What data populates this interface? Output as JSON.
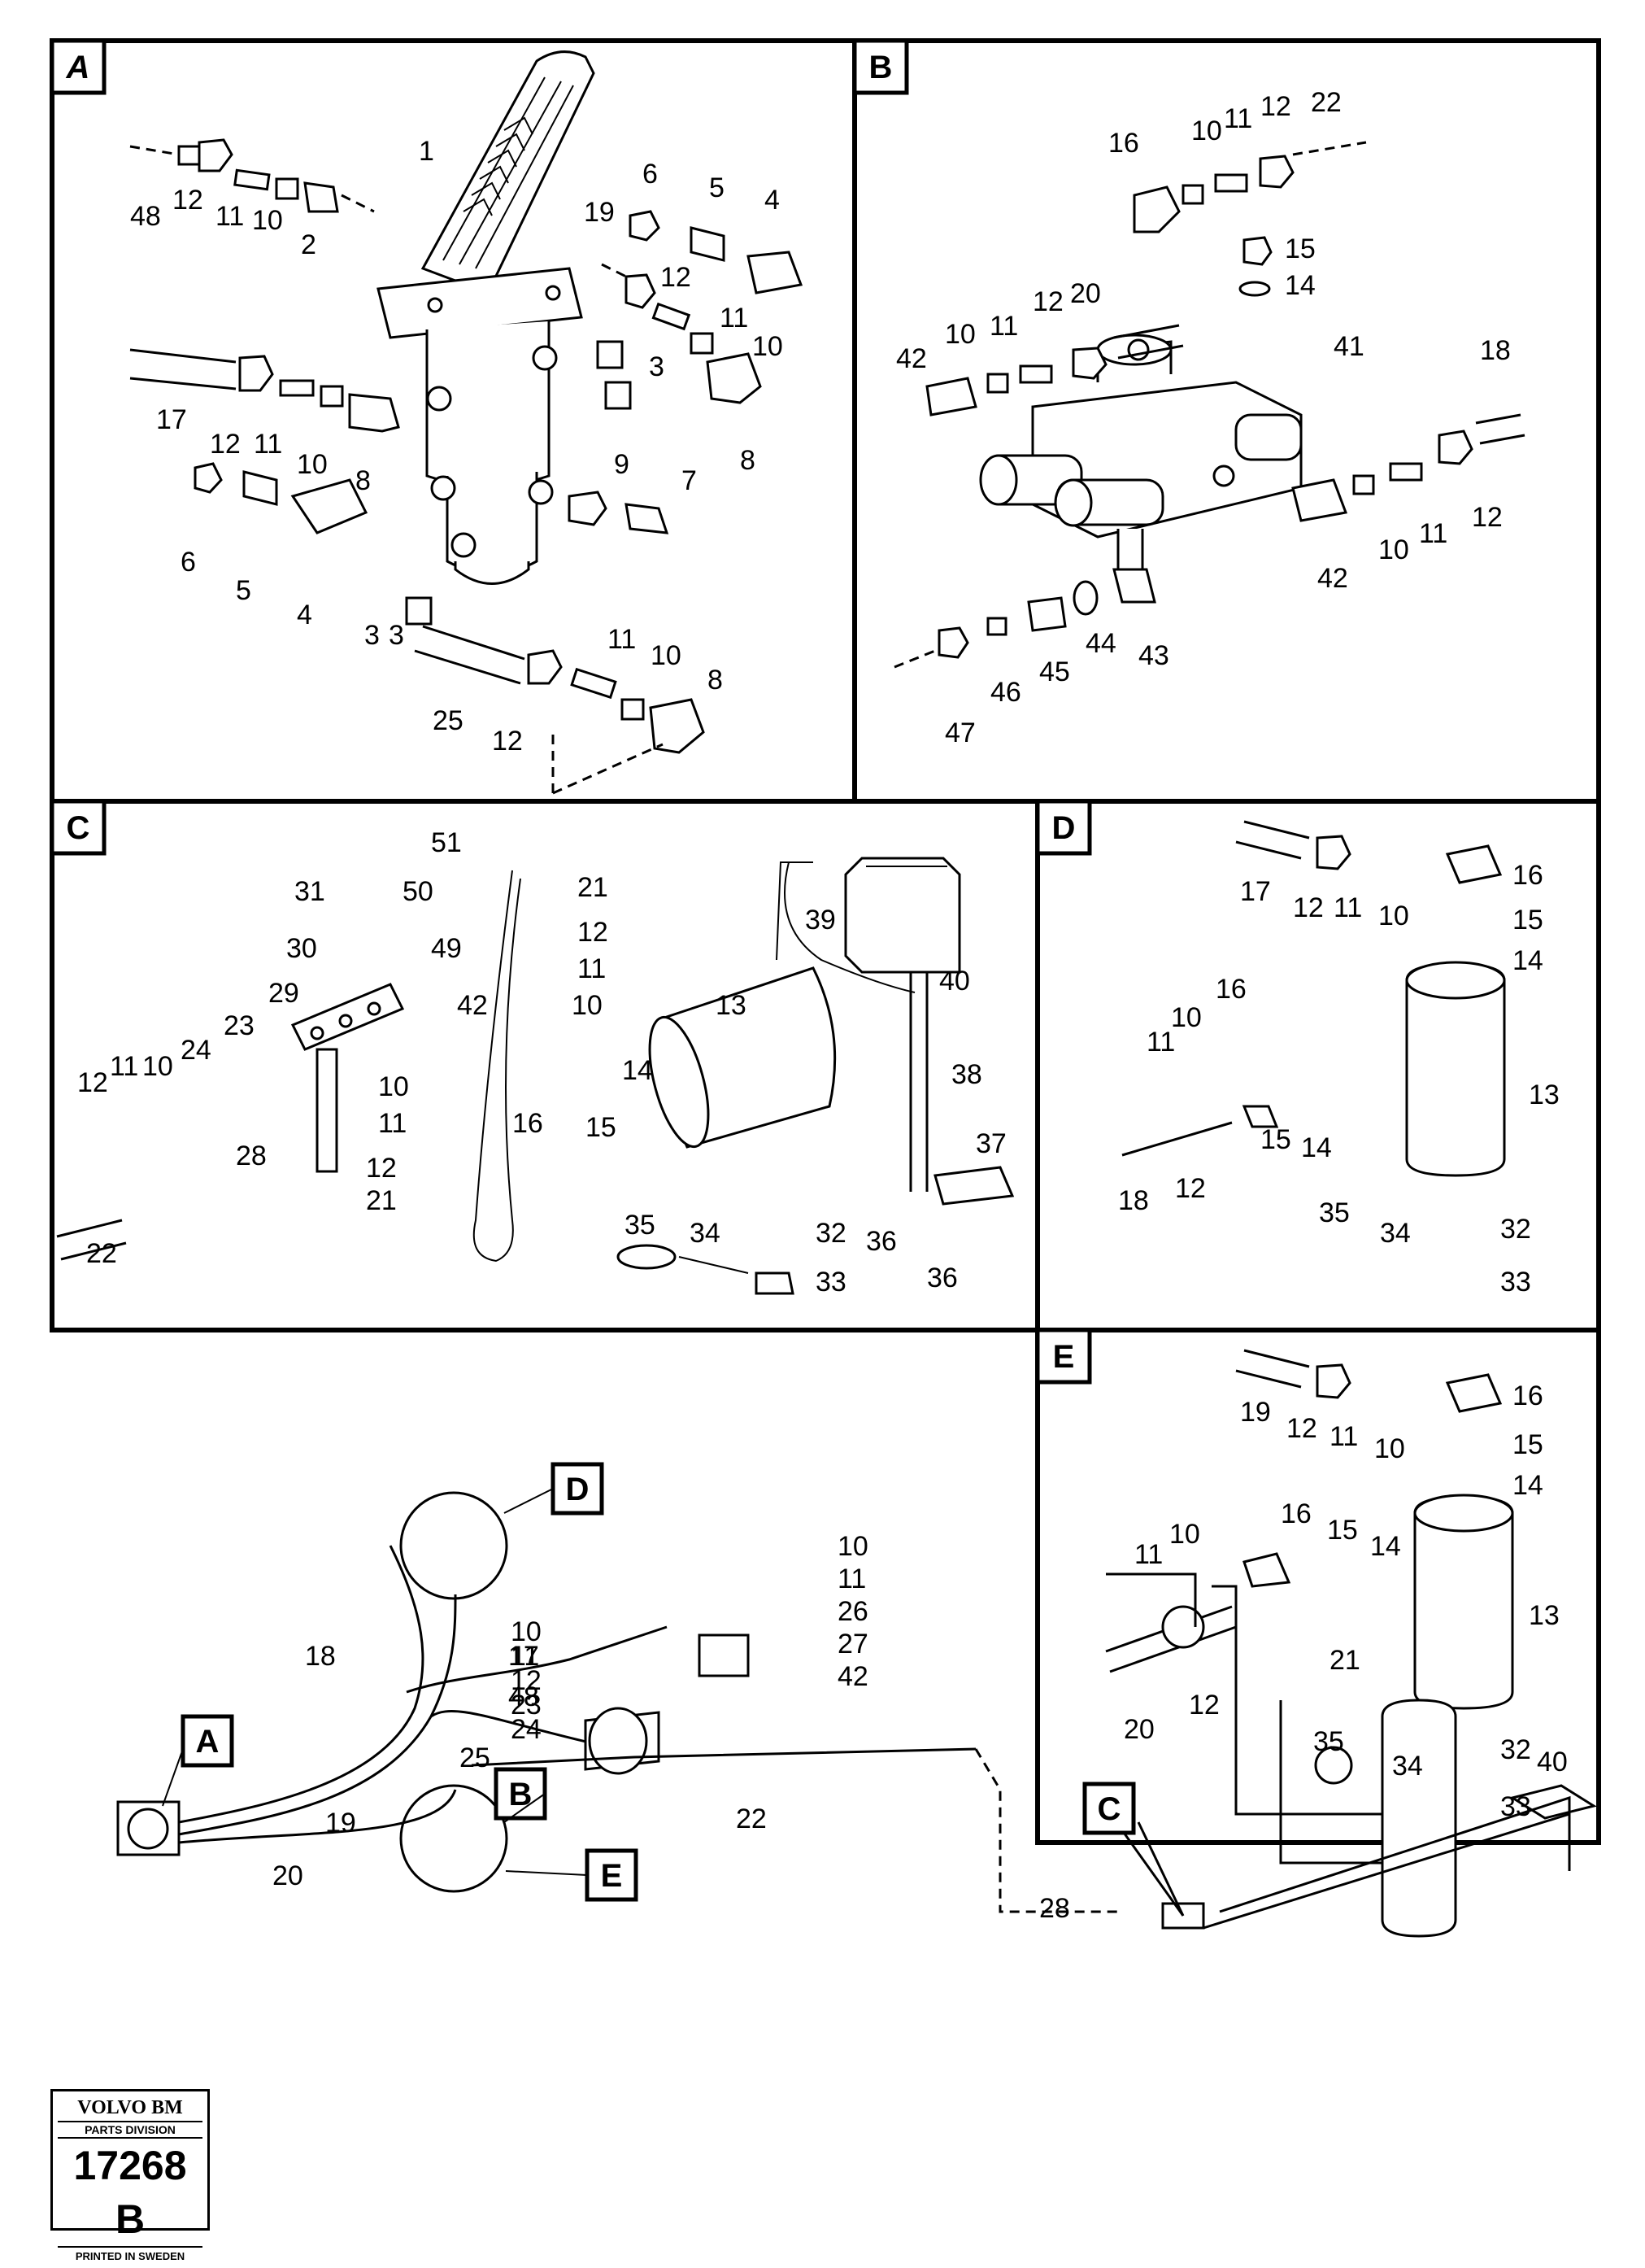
{
  "panels": [
    {
      "id": "A",
      "label": "A"
    },
    {
      "id": "B",
      "label": "B"
    },
    {
      "id": "C",
      "label": "C"
    },
    {
      "id": "D",
      "label": "D"
    },
    {
      "id": "E",
      "label": "E"
    }
  ],
  "callouts": {
    "A": [
      "48",
      "12",
      "11",
      "10",
      "2",
      "1",
      "19",
      "6",
      "5",
      "4",
      "12",
      "11",
      "10",
      "3",
      "3",
      "17",
      "12",
      "11",
      "10",
      "8",
      "8",
      "6",
      "5",
      "4",
      "9",
      "7",
      "3",
      "25",
      "12",
      "11",
      "10",
      "8"
    ],
    "B": [
      "16",
      "10",
      "11",
      "12",
      "22",
      "15",
      "14",
      "42",
      "10",
      "11",
      "12",
      "20",
      "41",
      "18",
      "42",
      "10",
      "11",
      "12",
      "43",
      "44",
      "45",
      "46",
      "47"
    ],
    "C": [
      "51",
      "50",
      "31",
      "30",
      "49",
      "29",
      "42",
      "21",
      "12",
      "11",
      "10",
      "23",
      "24",
      "11",
      "10",
      "12",
      "10",
      "11",
      "12",
      "21",
      "28",
      "22",
      "16",
      "15",
      "14",
      "13",
      "39",
      "40",
      "38",
      "37",
      "36",
      "36",
      "35",
      "34",
      "32",
      "33"
    ],
    "D": [
      "17",
      "12",
      "11",
      "10",
      "16",
      "15",
      "14",
      "11",
      "10",
      "16",
      "13",
      "15",
      "14",
      "18",
      "12",
      "35",
      "34",
      "32",
      "33"
    ],
    "E": [
      "19",
      "12",
      "11",
      "10",
      "16",
      "15",
      "14",
      "11",
      "10",
      "16",
      "15",
      "14",
      "13",
      "20",
      "12",
      "35",
      "34",
      "32",
      "33"
    ]
  },
  "overview": {
    "tags": [
      "D",
      "A",
      "B",
      "E",
      "C"
    ],
    "numbers": [
      "18",
      "17",
      "48",
      "25",
      "19",
      "20",
      "22",
      "21",
      "40",
      "28"
    ],
    "stack1": [
      "10",
      "11",
      "26",
      "27",
      "42"
    ],
    "stack2": [
      "10",
      "11",
      "12",
      "23",
      "24"
    ]
  },
  "logo": {
    "brand": "VOLVO BM",
    "division": "PARTS DIVISION",
    "code": "17268 B",
    "printed": "PRINTED IN SWEDEN"
  }
}
